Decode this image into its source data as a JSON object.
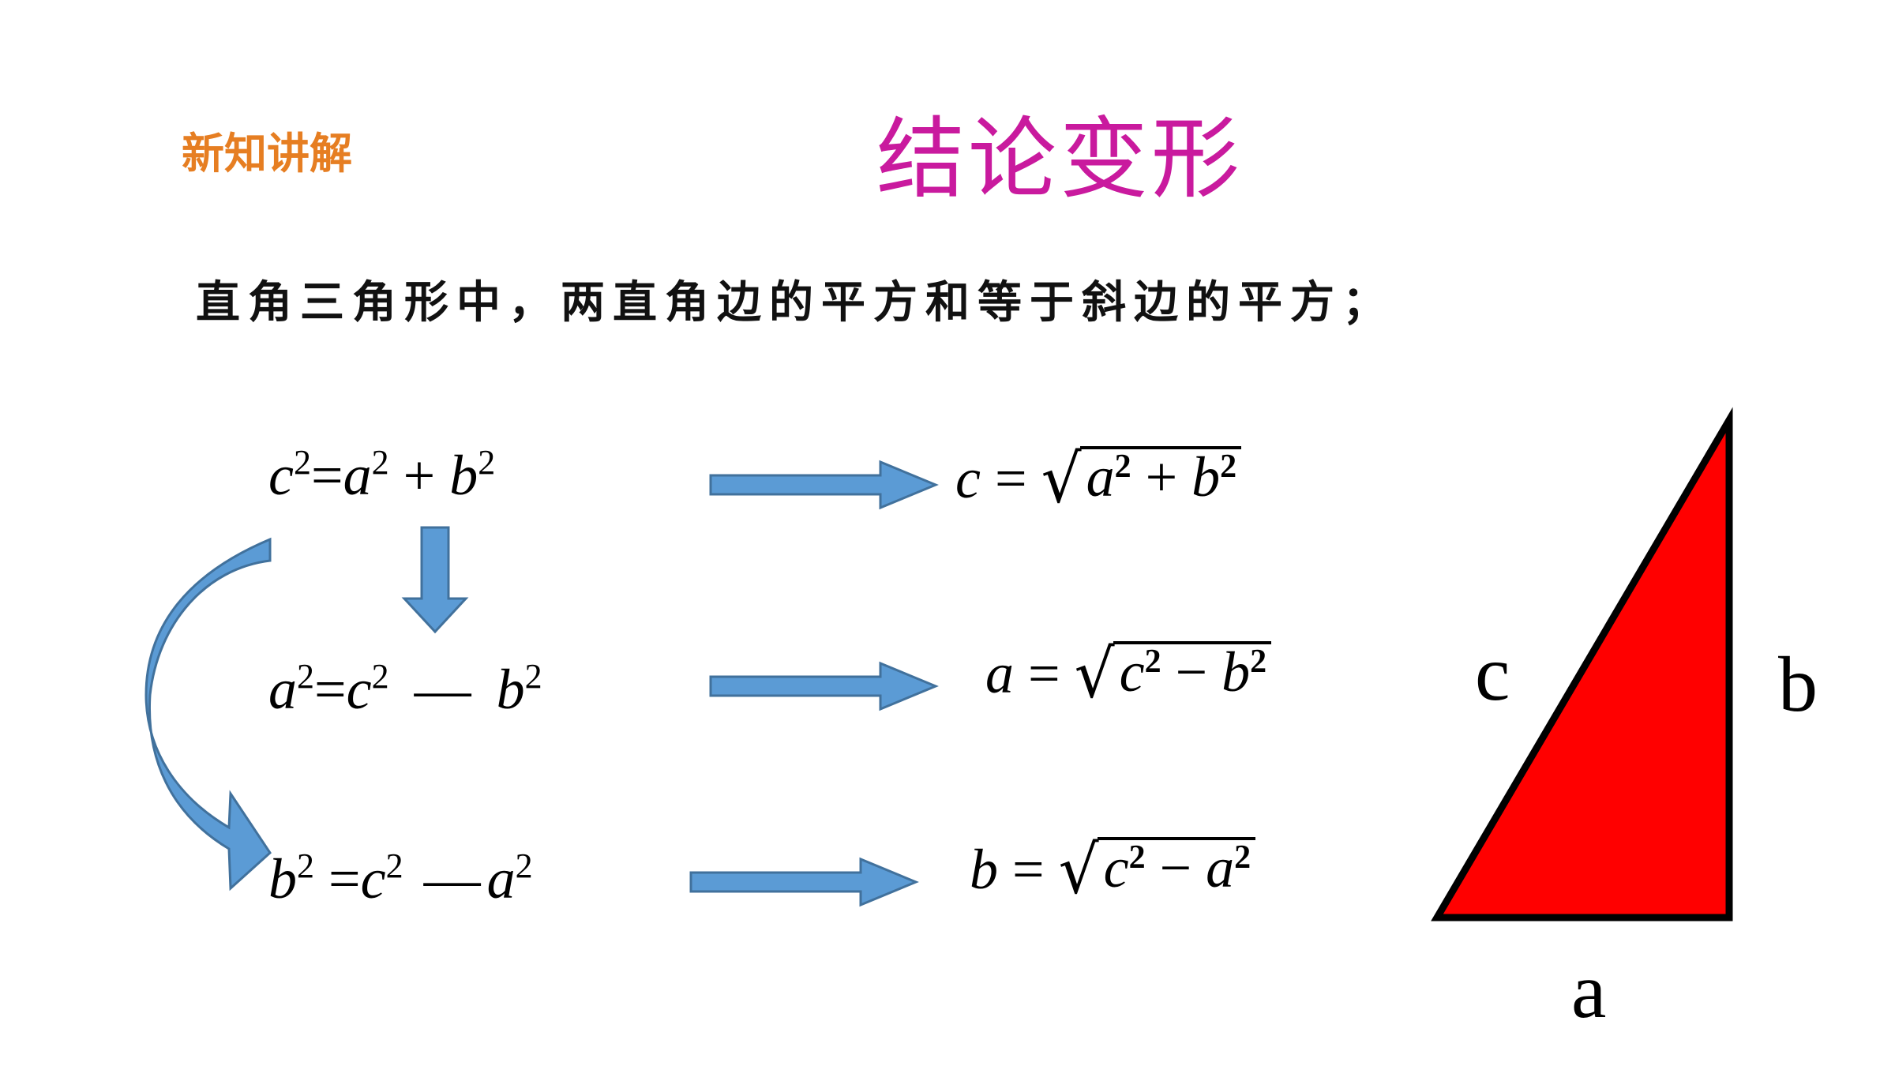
{
  "header": {
    "section_tag": "新知讲解",
    "title": "结论变形"
  },
  "statement": "直角三角形中，两直角边的平方和等于斜边的平方；",
  "colors": {
    "section_tag": "#E67E22",
    "title": "#C91A9E",
    "arrow_fill": "#5B9BD5",
    "arrow_stroke": "#41719C",
    "triangle_fill": "#FF0000",
    "triangle_stroke": "#000000"
  },
  "equations": [
    {
      "lhs": "c",
      "lhs_exp": "2",
      "eq": "=",
      "t1": "a",
      "t1_exp": "2",
      "op": "+",
      "t2": "b",
      "t2_exp": "2"
    },
    {
      "lhs": "a",
      "lhs_exp": "2",
      "eq": "=",
      "t1": "c",
      "t1_exp": "2",
      "op": "—",
      "t2": "b",
      "t2_exp": "2"
    },
    {
      "lhs": "b",
      "lhs_exp": "2",
      "eq": "=",
      "t1": "c",
      "t1_exp": "2",
      "op": "—",
      "t2": "a",
      "t2_exp": "2"
    }
  ],
  "results": [
    {
      "lhs": "c",
      "eq": "=",
      "r1": "a",
      "r1_exp": "2",
      "op": "+",
      "r2": "b",
      "r2_exp": "2"
    },
    {
      "lhs": "a",
      "eq": "=",
      "r1": "c",
      "r1_exp": "2",
      "op": "−",
      "r2": "b",
      "r2_exp": "2"
    },
    {
      "lhs": "b",
      "eq": "=",
      "r1": "c",
      "r1_exp": "2",
      "op": "−",
      "r2": "a",
      "r2_exp": "2"
    }
  ],
  "triangle": {
    "label_hypotenuse": "c",
    "label_vertical": "b",
    "label_base": "a"
  }
}
